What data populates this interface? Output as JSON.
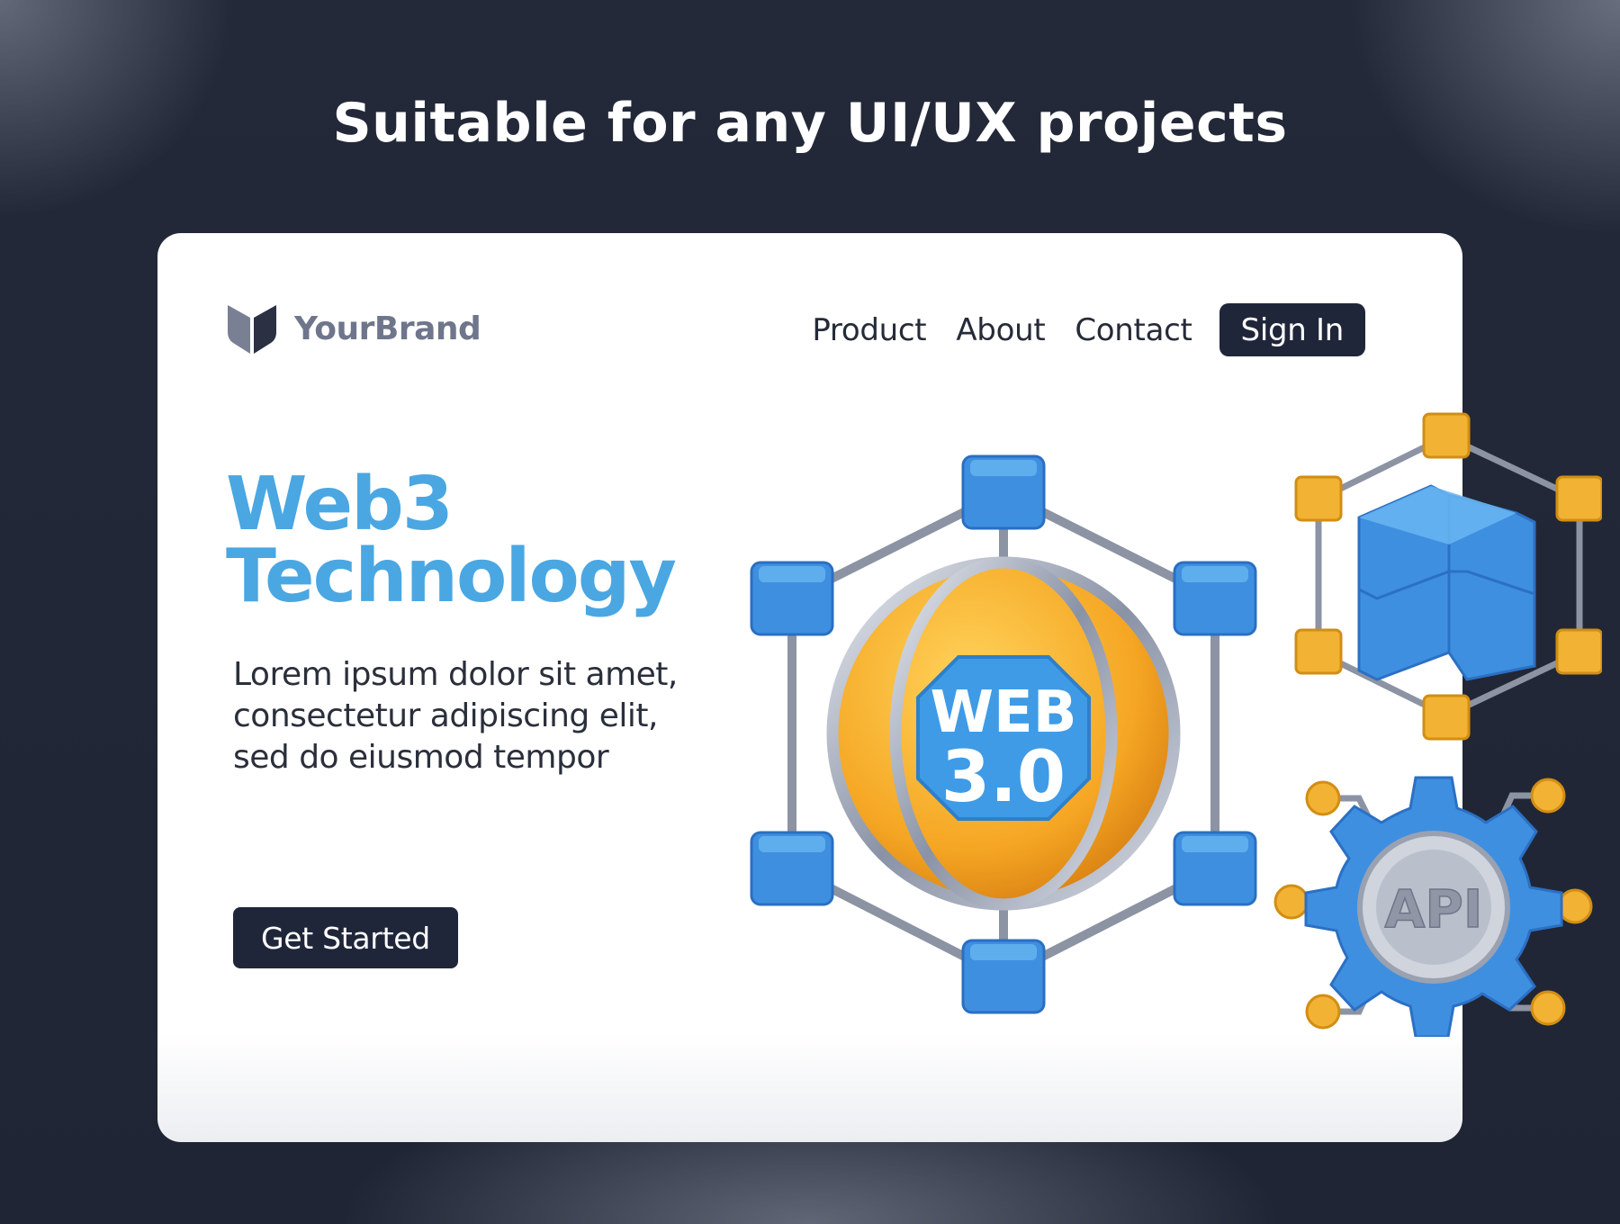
{
  "headline": "Suitable for any UI/UX projects",
  "brand": {
    "name": "YourBrand",
    "logo_icon": "shield-book-icon"
  },
  "nav": {
    "links": [
      "Product",
      "About",
      "Contact"
    ],
    "signin_label": "Sign In"
  },
  "hero": {
    "title_line1": "Web3",
    "title_line2": "Technology",
    "body": "Lorem ipsum dolor sit amet, consectetur adipiscing elit, sed do eiusmod tempor",
    "cta_label": "Get Started"
  },
  "illustrations": {
    "globe": {
      "line1": "WEB",
      "line2": "3.0"
    },
    "gear": {
      "label": "API"
    },
    "blocks": {
      "name": "blockchain-cube-icon"
    }
  },
  "colors": {
    "accent": "#4aa7e2",
    "dark": "#20263a",
    "cube_blue": "#3f8fe0",
    "node_yellow": "#f2b233",
    "globe_orange": "#f5a623"
  }
}
